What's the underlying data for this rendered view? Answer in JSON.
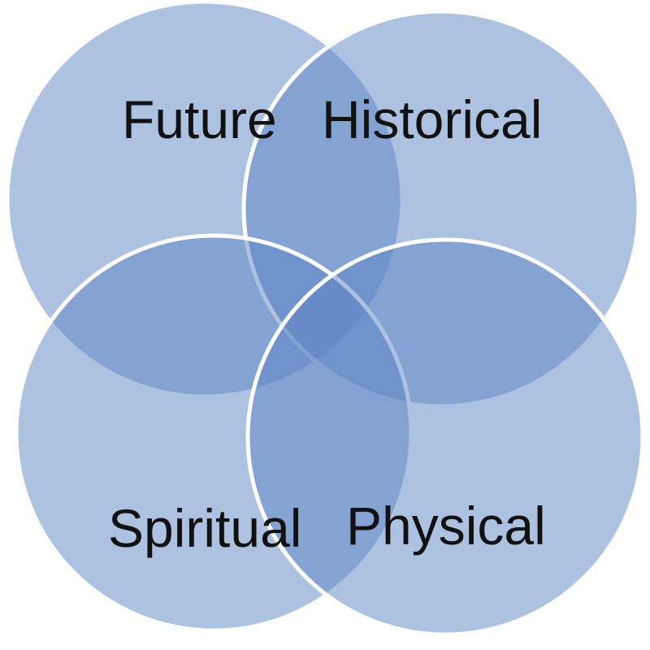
{
  "diagram": {
    "type": "venn-4",
    "fill_color": "#5b84c4",
    "fill_opacity": 0.5,
    "stroke_color": "#ffffff",
    "circles": [
      {
        "label": "Future"
      },
      {
        "label": "Historical"
      },
      {
        "label": "Spiritual"
      },
      {
        "label": "Physical"
      }
    ]
  }
}
